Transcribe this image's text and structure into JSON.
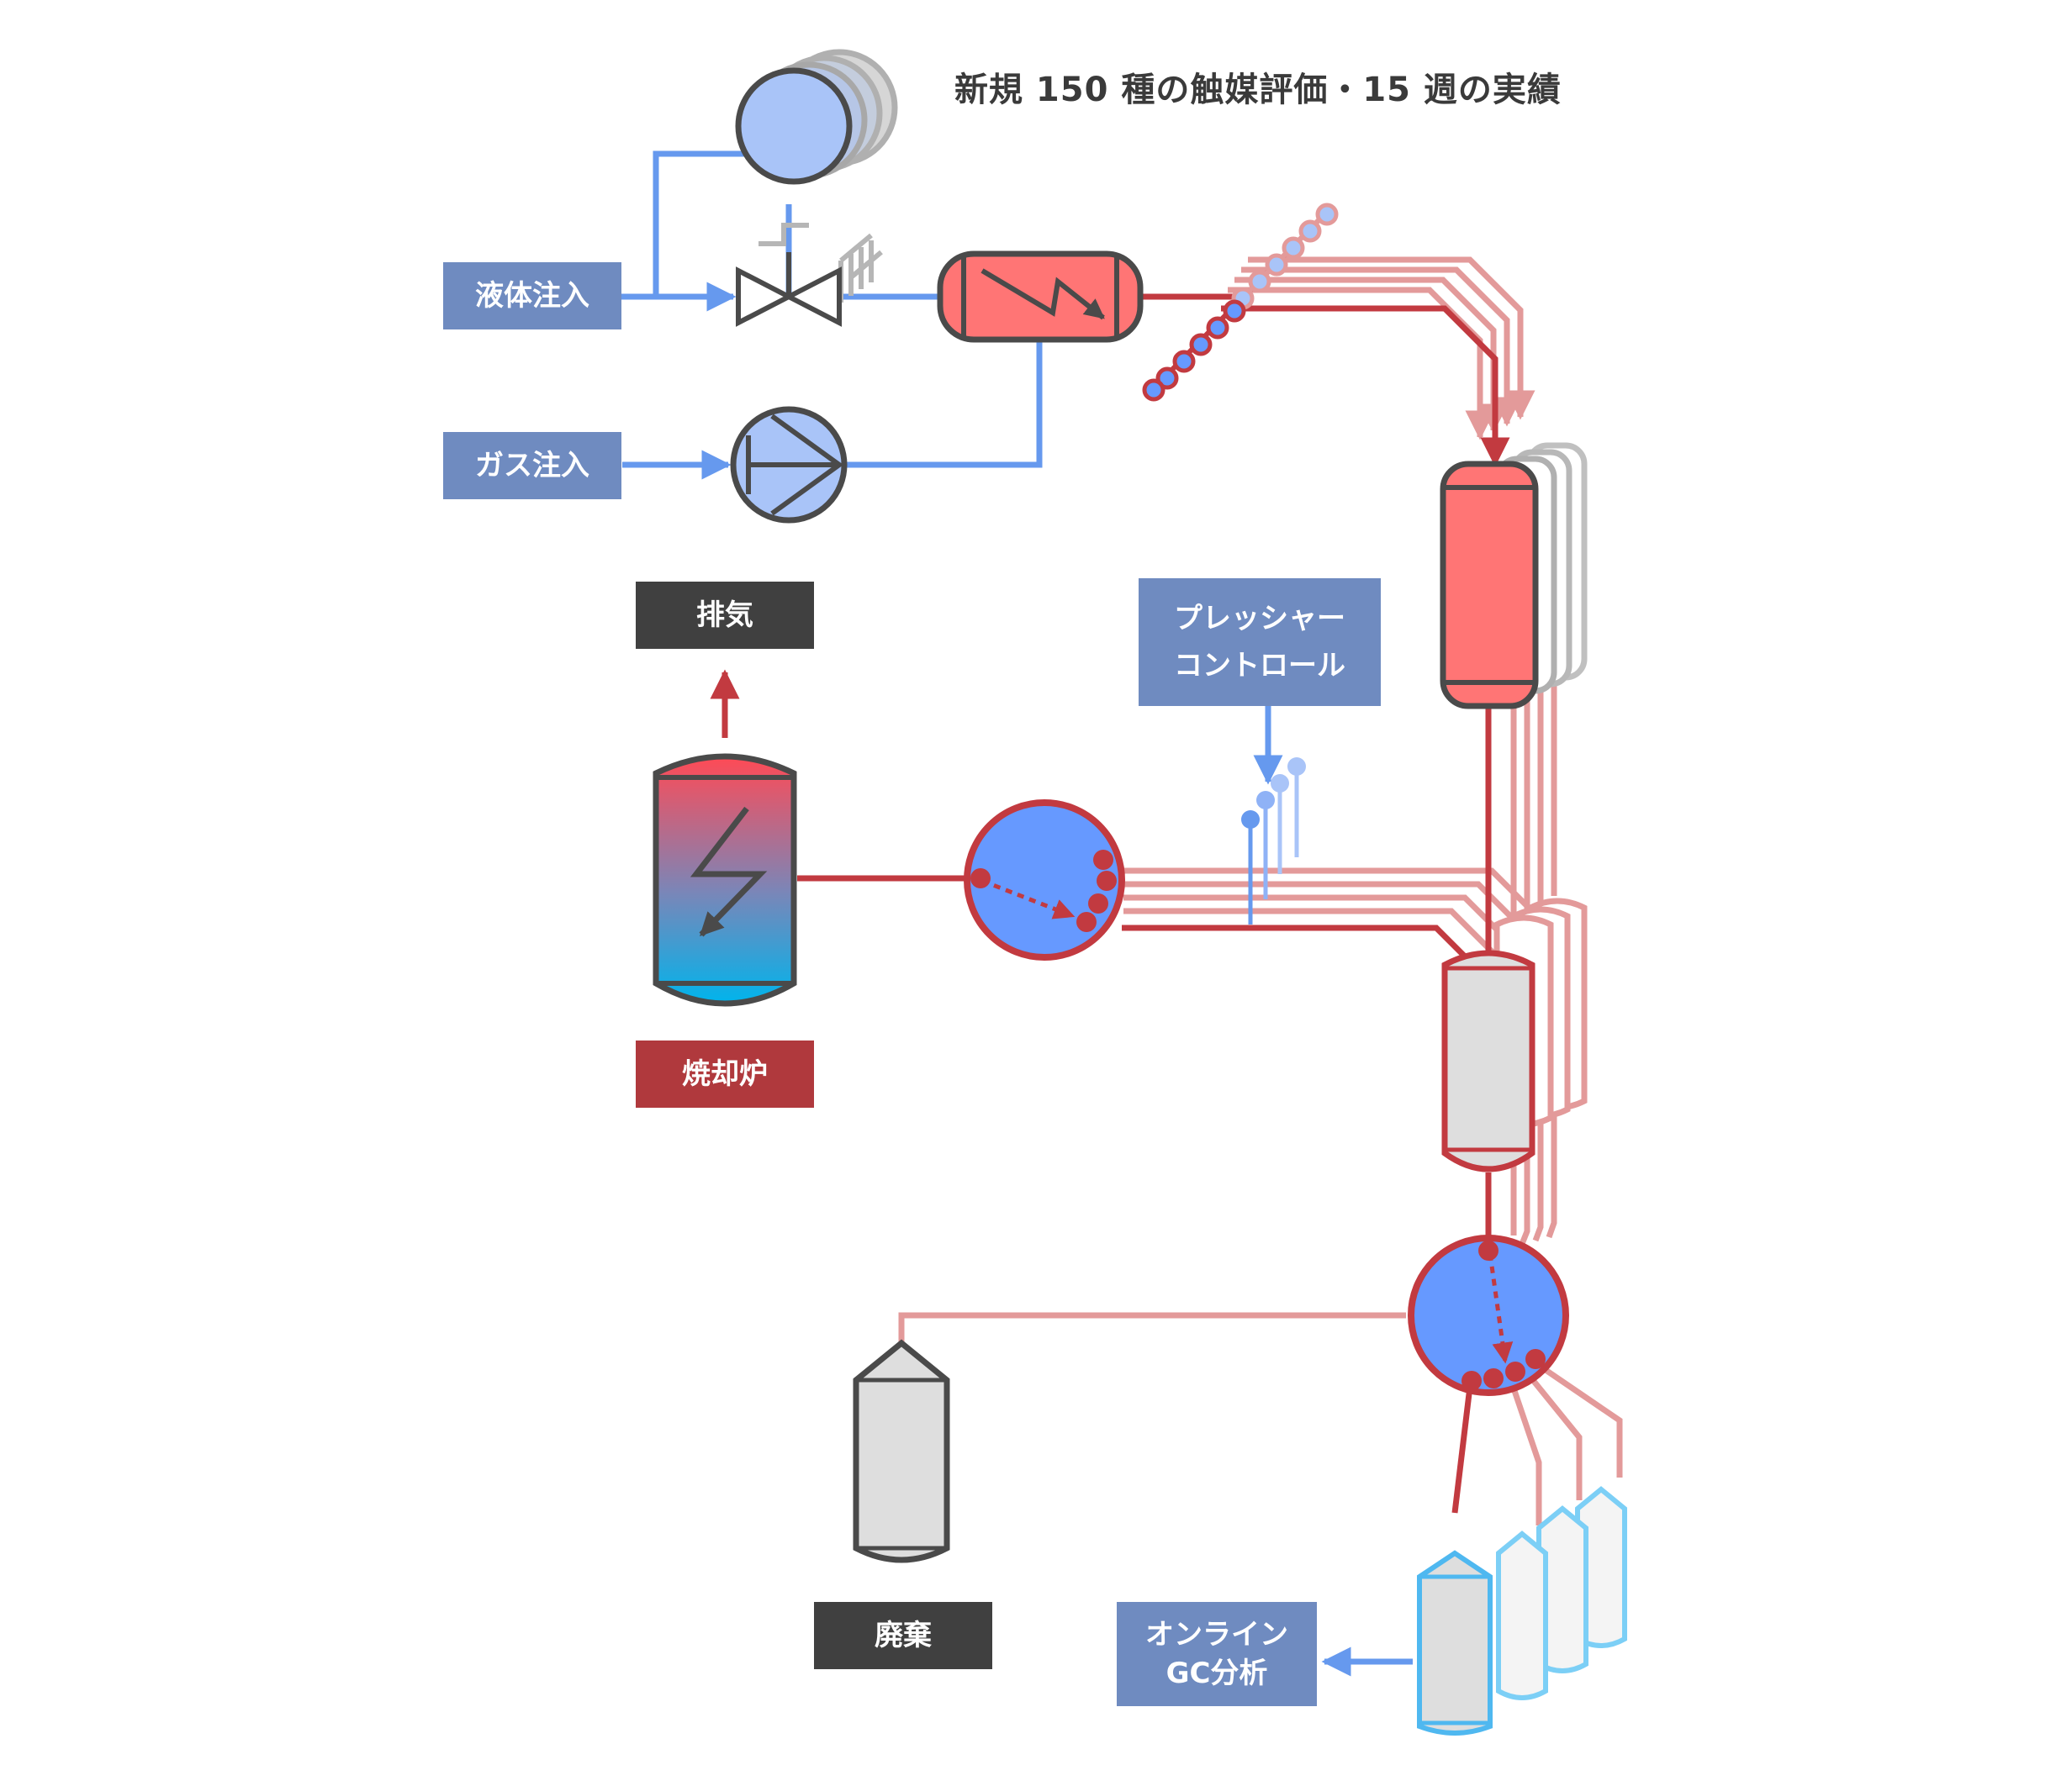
{
  "title": "新規 150 種の触媒評価・15 週の実績",
  "labels": {
    "liquid_injection": "液体注入",
    "gas_injection": "ガス注入",
    "exhaust": "排気",
    "incinerator": "焼却炉",
    "pressure_control_line1": "プレッシャー",
    "pressure_control_line2": "コントロール",
    "waste": "廃棄",
    "online_gc_line1": "オンライン",
    "online_gc_line2": "GC分析"
  },
  "icons": [
    "cylinder-stack-icon",
    "valve-icon",
    "heater-icon",
    "gas-pump-icon",
    "reactor-stack-icon",
    "incinerator-icon",
    "switching-valve-icon",
    "pressure-valve-icon",
    "separator-icon",
    "waste-vessel-icon",
    "gc-vial-icon"
  ],
  "colors": {
    "blue_line": "#6699ee",
    "red_line": "#c23a40",
    "pink_line": "#e39a9a",
    "label_blue": "#6f8bc0",
    "label_dark": "#404040",
    "label_red": "#b0393d",
    "vessel_red": "#ff7575",
    "vessel_blue": "#6699ff",
    "vessel_gray": "#dedede",
    "vial_cyan": "#4fb8f0"
  }
}
